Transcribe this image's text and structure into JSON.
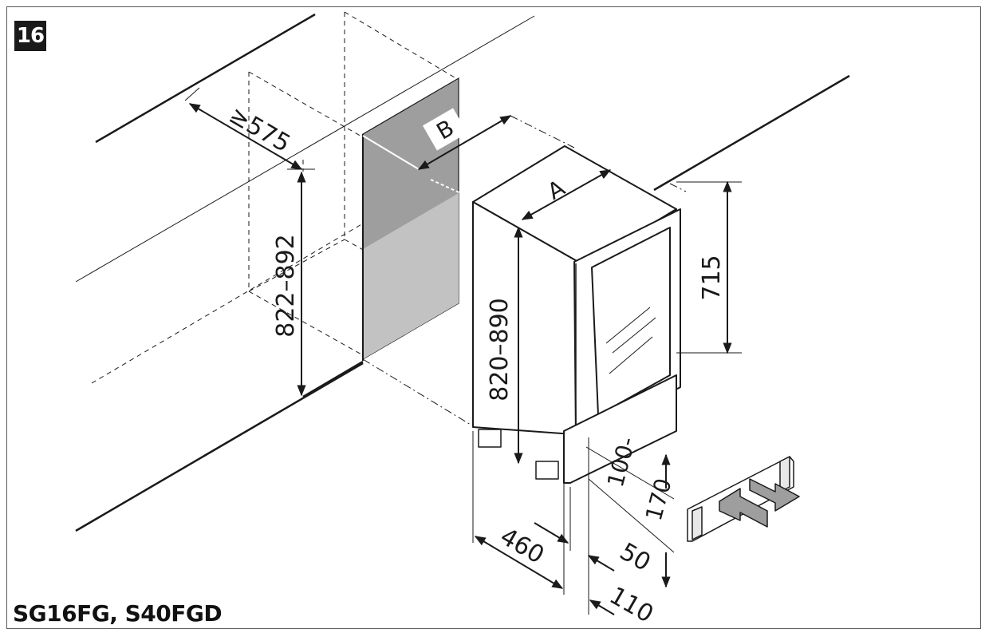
{
  "figure_number": "16",
  "model_label": "SG16FG, S40FGD",
  "dimensions": {
    "min_depth": "≥575",
    "niche_height": "822–892",
    "label_a": "A",
    "label_b": "B",
    "appliance_height": "820–890",
    "door_height": "715",
    "depth": "460",
    "plinth_height_top": "100-",
    "plinth_height_bottom": "170",
    "plinth_offset": "50",
    "plinth_depth": "110"
  },
  "colors": {
    "line": "#1a1a1a",
    "niche_back_dark": "#9e9e9e",
    "niche_back_light": "#c2c2c2",
    "frame": "#5a5a5a"
  }
}
